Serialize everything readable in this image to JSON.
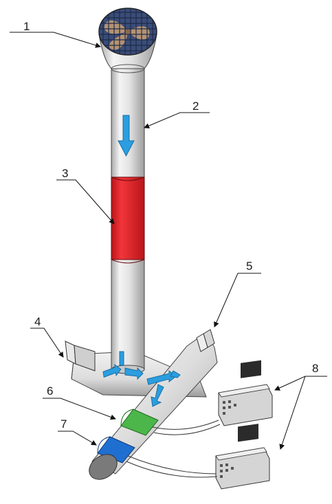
{
  "labels": {
    "l1": "1",
    "l2": "2",
    "l3": "3",
    "l4": "4",
    "l5": "5",
    "l6": "6",
    "l7": "7",
    "l8": "8"
  },
  "colors": {
    "pipe": "#e4e4e4",
    "pipe_shade": "#b8b8b8",
    "heater_band": "#e8262a",
    "sensor_green": "#49b34a",
    "sensor_blue": "#1f6fd1",
    "flow_arrow": "#2a9ee0",
    "fan_blade": "#a88a6a",
    "grid": "#2b3f66"
  },
  "icons": {
    "fan": "fan-icon",
    "flow": "flow-arrow-icon",
    "oscilloscope": "oscilloscope-icon"
  }
}
